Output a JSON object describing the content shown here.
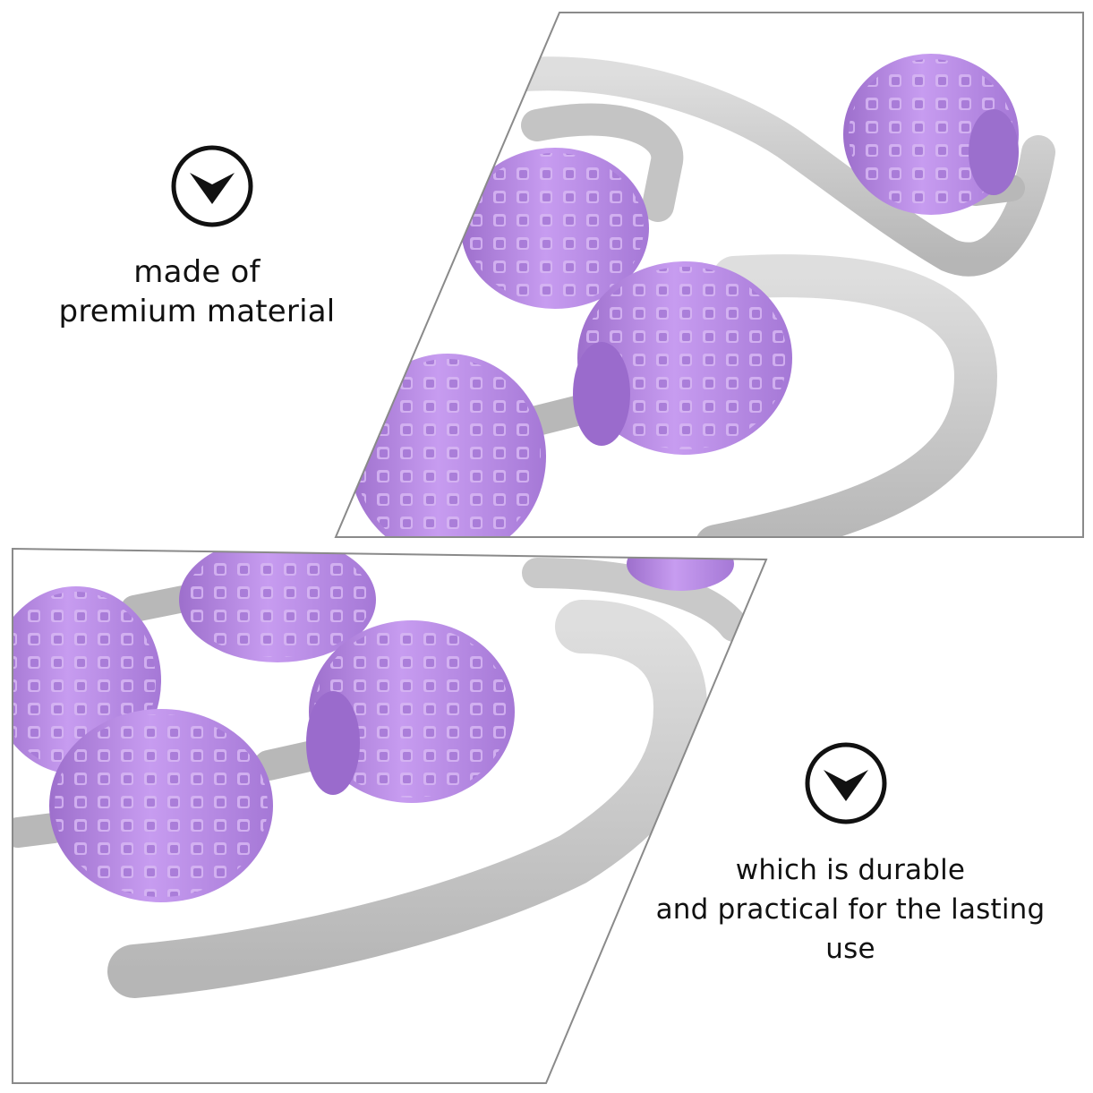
{
  "panels": [
    {
      "name": "top",
      "caption_lines": [
        "made of",
        "premium material"
      ],
      "badge_icon": "chevron-down-circle-icon"
    },
    {
      "name": "bottom",
      "caption_lines": [
        "which is durable",
        "and practical for the lasting",
        "use"
      ],
      "badge_icon": "chevron-down-circle-icon"
    }
  ],
  "colors": {
    "roller": "#b98be3",
    "roller_light": "#d4b0f2",
    "roller_dark": "#9c6ecb",
    "frame": "#c8c8c8",
    "frame_dark": "#a8a8a8",
    "panel_border": "#8a8a8a",
    "text": "#111111"
  },
  "icons": [
    "chevron-down-circle-icon"
  ]
}
